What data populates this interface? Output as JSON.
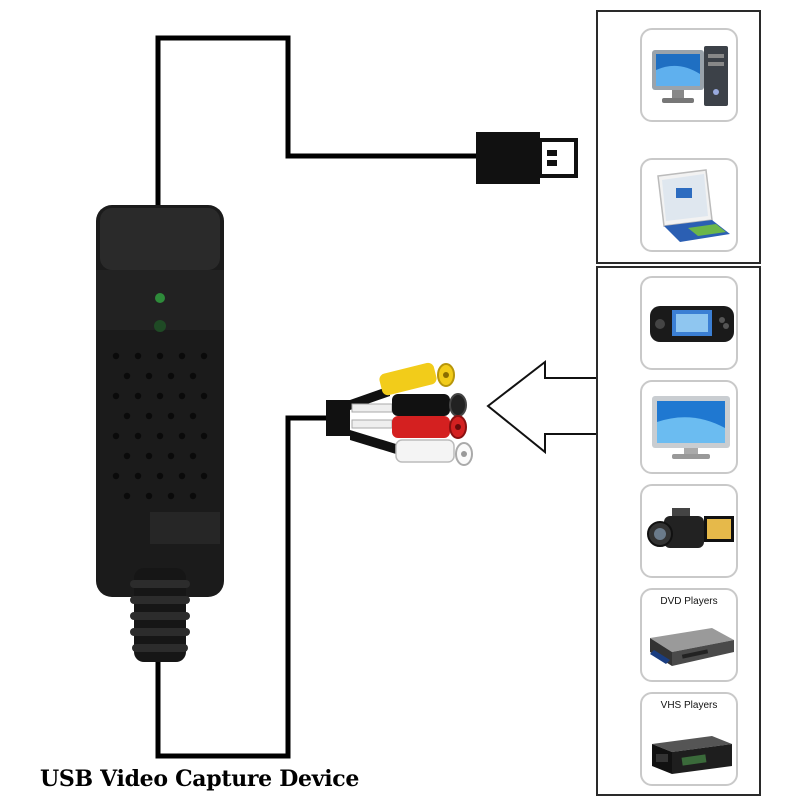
{
  "caption": "USB Video Capture Device",
  "colors": {
    "cable": "#000000",
    "device_body": "#1b1b1b",
    "rca_video": "#f2cc1a",
    "rca_audio_left": "#ffffff",
    "rca_audio_right": "#d42020",
    "rca_black": "#111111",
    "led": "#2e8b3a"
  },
  "usb_targets": {
    "devices": [
      {
        "name": "desktop-computer-icon"
      },
      {
        "name": "laptop-icon"
      }
    ]
  },
  "video_sources": {
    "devices": [
      {
        "name": "handheld-game-console-icon",
        "label": ""
      },
      {
        "name": "tv-monitor-icon",
        "label": ""
      },
      {
        "name": "camcorder-icon",
        "label": ""
      },
      {
        "name": "dvd-player-icon",
        "label": "DVD Players"
      },
      {
        "name": "vhs-player-icon",
        "label": "VHS Players"
      }
    ]
  }
}
